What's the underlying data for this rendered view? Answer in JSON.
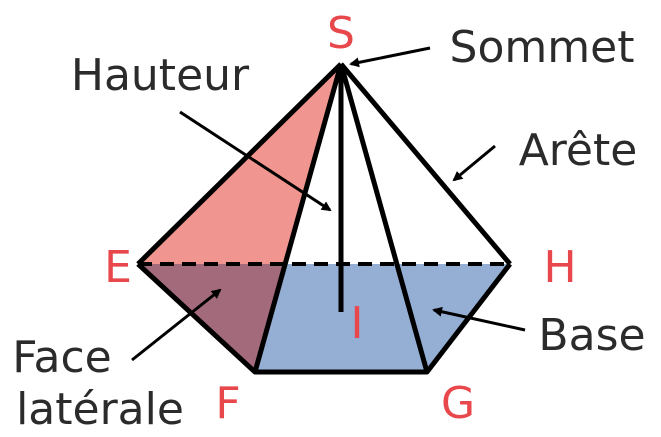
{
  "points": {
    "S": "S",
    "E": "E",
    "H": "H",
    "F": "F",
    "G": "G",
    "I": "I"
  },
  "labels": {
    "hauteur": "Hauteur",
    "sommet": "Sommet",
    "arete": "Arête",
    "base": "Base",
    "face_line1": "Face",
    "face_line2": "latérale"
  },
  "colors": {
    "point_labels": "#e8474c",
    "lateral_face": "#f0958f",
    "base": "#94aed4",
    "overlap": "#a36a7c",
    "edges": "#000000"
  }
}
